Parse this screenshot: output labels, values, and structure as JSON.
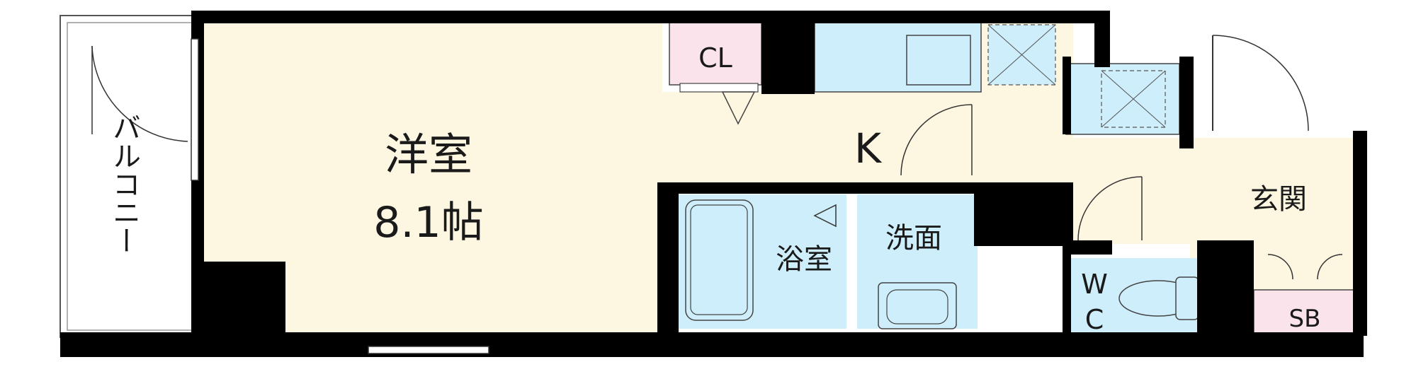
{
  "floorplan": {
    "rooms": {
      "western_room": {
        "name": "洋室",
        "size": "8.1帖"
      },
      "kitchen": "K",
      "closet": "CL",
      "bathroom": "浴室",
      "washroom": "洗面",
      "toilet_line1": "W",
      "toilet_line2": "C",
      "entrance": "玄関",
      "shoe_box": "SB",
      "balcony": "バルコニー"
    },
    "colors": {
      "wall": "#000000",
      "floor": "#fdf6e1",
      "wet_area": "#cdeefa",
      "storage": "#fbe3ec",
      "outline": "#333333"
    }
  }
}
